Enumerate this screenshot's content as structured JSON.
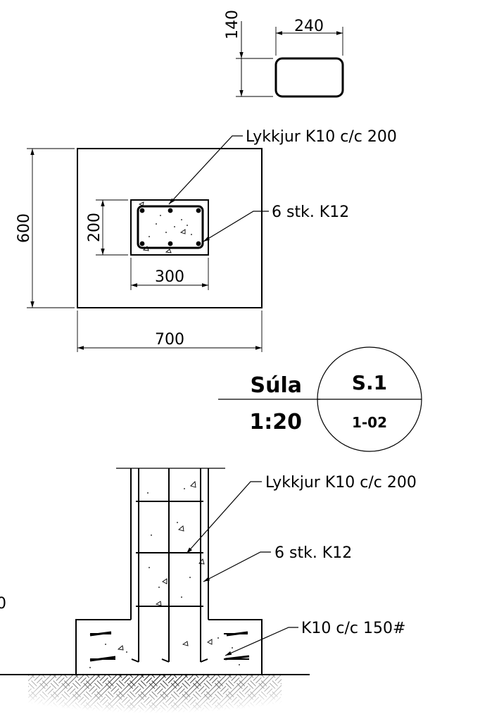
{
  "dimensions": {
    "stirrup_height": "140",
    "stirrup_width": "240",
    "footing_depth": "600",
    "footing_width": "700",
    "column_depth": "200",
    "column_width": "300"
  },
  "labels": {
    "section_stirrups": "Lykkjur K10 c/c 200",
    "section_bars": "6 stk. K12",
    "elevation_stirrups": "Lykkjur K10 c/c 200",
    "elevation_bars": "6 stk. K12",
    "footing_mesh": "K10 c/c 150#",
    "edge_fragment": "0"
  },
  "title_block": {
    "name": "Súla",
    "scale": "1:20",
    "detail_ref": "S.1",
    "sheet_ref": "1-02"
  }
}
